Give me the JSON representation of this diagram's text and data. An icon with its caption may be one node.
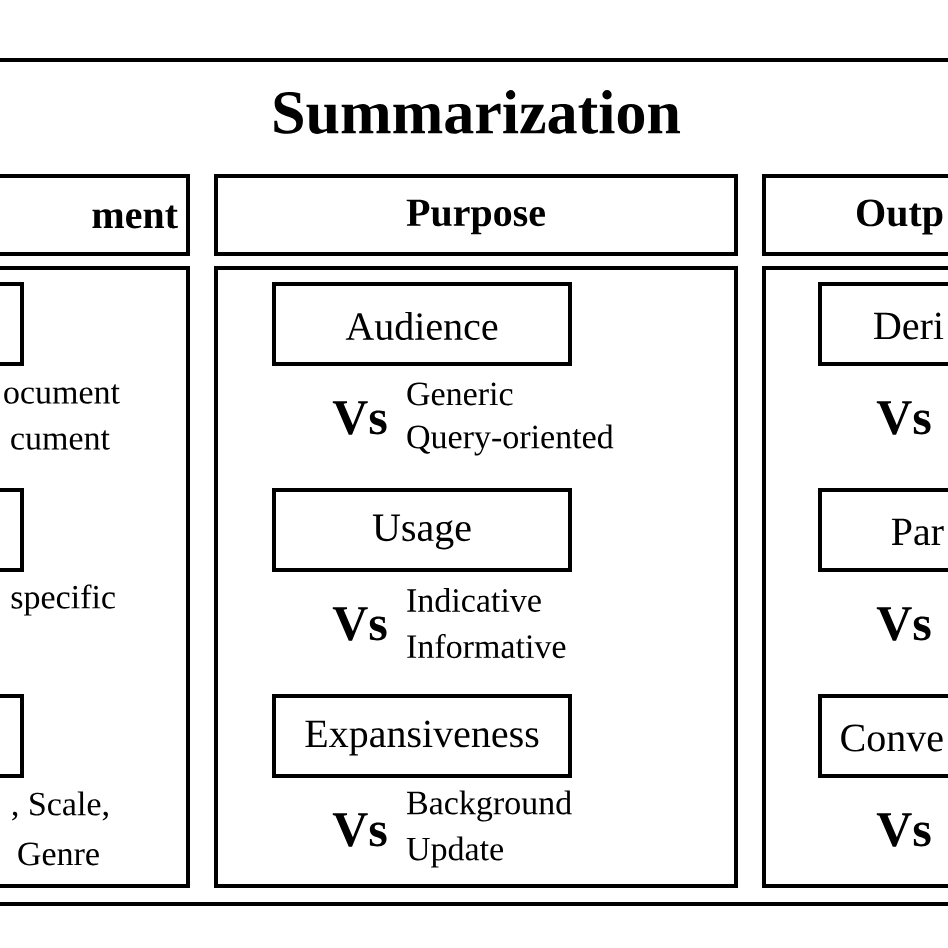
{
  "diagram": {
    "title": "Summarization",
    "nodes": [
      {
        "text": [],
        "shape": "box"
      },
      {
        "text": [
          "ment"
        ],
        "in": 0
      },
      {
        "text": [
          "Purpose"
        ],
        "in": 0
      },
      {
        "text": [
          "Outp"
        ],
        "in": 0
      },
      {
        "text": [],
        "shape": "box",
        "in": 0
      },
      {
        "text": [],
        "shape": "box",
        "in": 0
      },
      {
        "text": [],
        "shape": "box",
        "in": 0
      },
      {
        "text": [],
        "shape": "box",
        "in": 4
      },
      {
        "text": [],
        "shape": "box",
        "in": 4
      },
      {
        "text": [],
        "shape": "box",
        "in": 4
      },
      {
        "text": [
          "Audience"
        ],
        "in": 5
      },
      {
        "text": [
          "Usage"
        ],
        "in": 5
      },
      {
        "text": [
          "Expansiveness"
        ],
        "in": 5
      },
      {
        "text": [
          "Deri"
        ],
        "in": 6
      },
      {
        "text": [
          "Par"
        ],
        "in": 6
      },
      {
        "text": [
          "Conve"
        ],
        "in": 6
      }
    ],
    "labels": [
      "ocument",
      "cument",
      "specific",
      ", Scale,",
      "Genre",
      "Vs",
      "Generic",
      "Query-oriented",
      "Vs",
      "Indicative",
      "Informative",
      "Vs",
      "Background",
      "Update",
      "Vs",
      "Vs",
      "Vs"
    ]
  }
}
